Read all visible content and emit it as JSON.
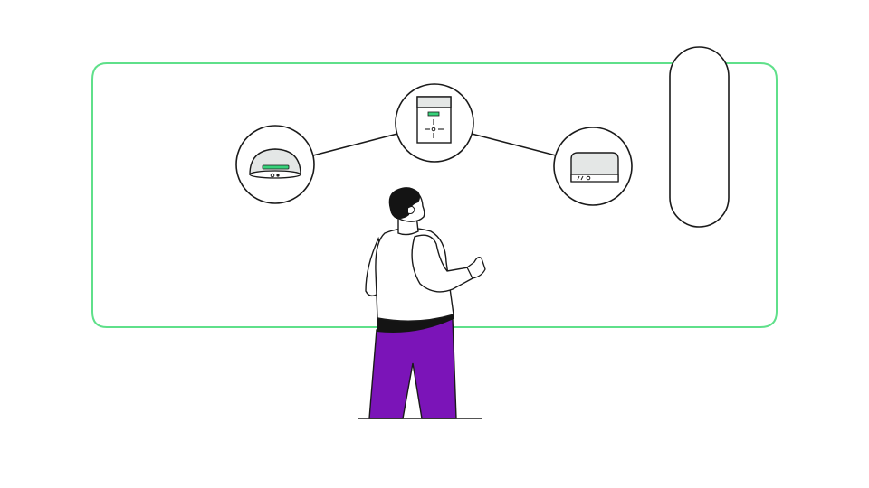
{
  "colors": {
    "background": "#ffffff",
    "frame_outline": "#5fe08a",
    "line": "#1a1a1a",
    "device_fill": "#e4e7e6",
    "led_green": "#37d27a",
    "shirt": "#ffffff",
    "pants": "#7b14b8",
    "hair": "#141414",
    "belt": "#141414"
  },
  "scene": {
    "frame": {
      "icon": "rounded-panel-outline"
    },
    "side_panel": {
      "icon": "vertical-pill"
    },
    "devices": [
      {
        "name": "ceiling-dome-sensor",
        "icon": "dome-sensor-icon"
      },
      {
        "name": "control-panel",
        "icon": "control-panel-icon"
      },
      {
        "name": "wall-unit",
        "icon": "wall-unit-icon"
      }
    ],
    "person": {
      "icon": "person-illustration"
    }
  }
}
